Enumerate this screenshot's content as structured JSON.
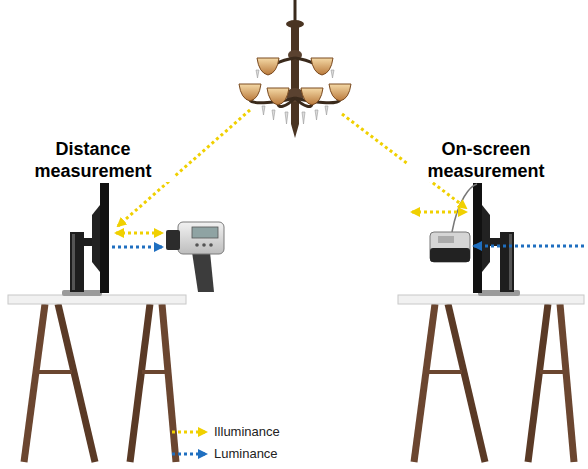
{
  "diagram": {
    "labels": [
      "Distance measurement",
      "On-screen measurement"
    ],
    "legend": [
      {
        "text": "Illuminance"
      },
      {
        "text": "Luminance"
      }
    ]
  }
}
